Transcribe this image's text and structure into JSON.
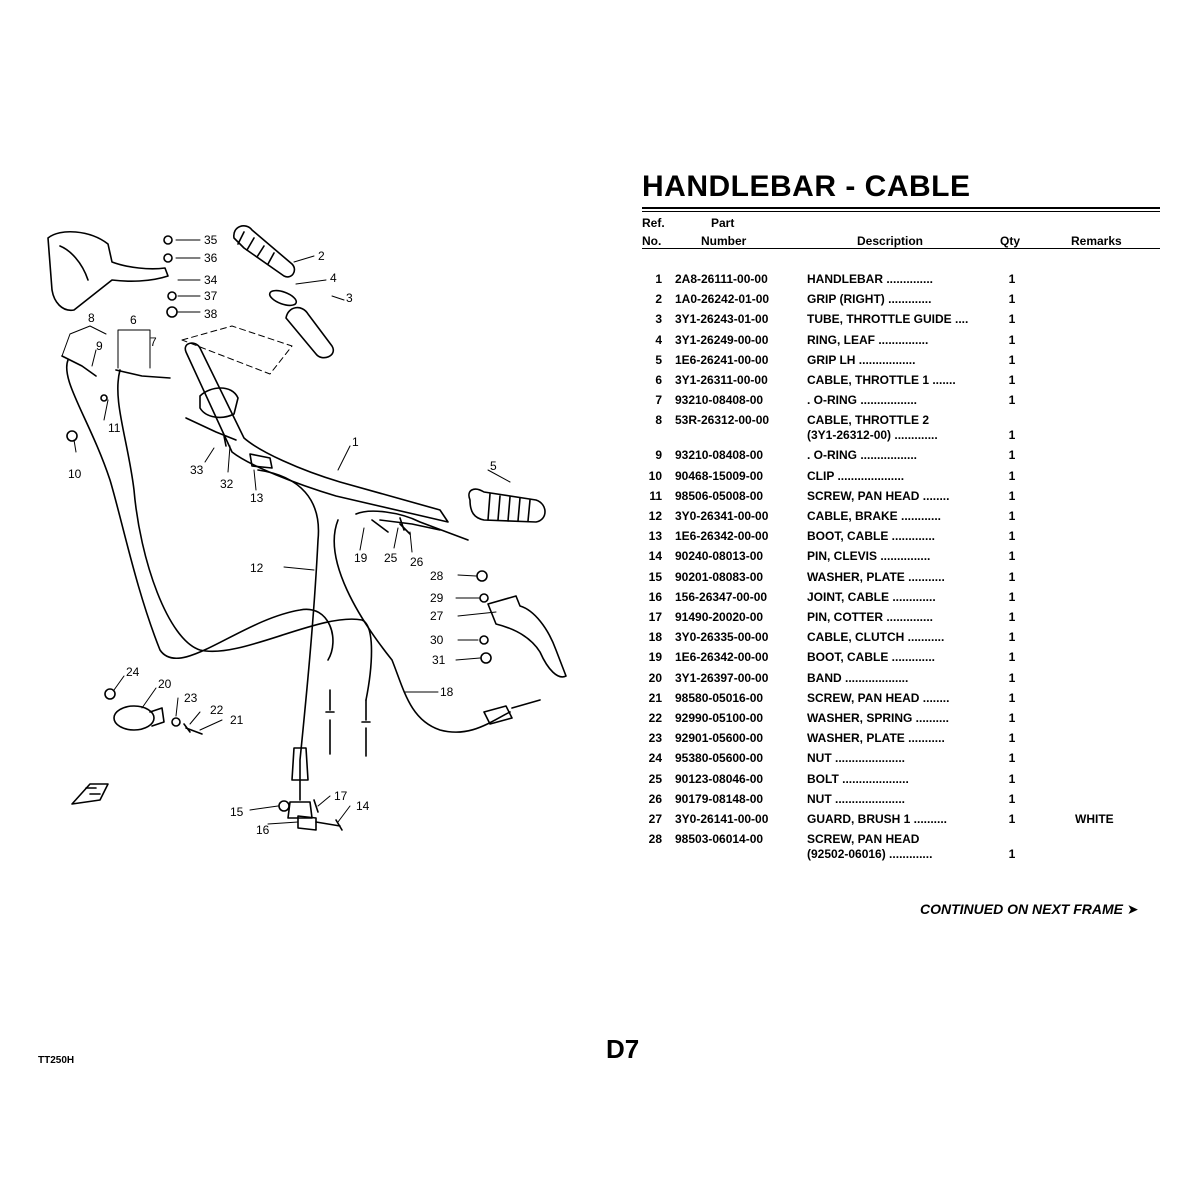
{
  "page": {
    "title": "HANDLEBAR - CABLE",
    "continued": "CONTINUED ON NEXT FRAME ➤",
    "page_code": "D7",
    "model": "TT250H"
  },
  "table": {
    "headers": {
      "ref_top": "Ref.",
      "ref_bottom": "No.",
      "part_top": "Part",
      "part_bottom": "Number",
      "description": "Description",
      "qty": "Qty",
      "remarks": "Remarks"
    },
    "rows": [
      {
        "ref": "1",
        "part": "2A8-26111-00-00",
        "desc": "HANDLEBAR ..............",
        "desc2": "",
        "qty": "1",
        "remarks": ""
      },
      {
        "ref": "2",
        "part": "1A0-26242-01-00",
        "desc": "GRIP (RIGHT) .............",
        "desc2": "",
        "qty": "1",
        "remarks": ""
      },
      {
        "ref": "3",
        "part": "3Y1-26243-01-00",
        "desc": "TUBE, THROTTLE GUIDE ....",
        "desc2": "",
        "qty": "1",
        "remarks": ""
      },
      {
        "ref": "4",
        "part": "3Y1-26249-00-00",
        "desc": "RING, LEAF ...............",
        "desc2": "",
        "qty": "1",
        "remarks": ""
      },
      {
        "ref": "5",
        "part": "1E6-26241-00-00",
        "desc": "GRIP LH .................",
        "desc2": "",
        "qty": "1",
        "remarks": ""
      },
      {
        "ref": "6",
        "part": "3Y1-26311-00-00",
        "desc": "CABLE, THROTTLE 1 .......",
        "desc2": "",
        "qty": "1",
        "remarks": ""
      },
      {
        "ref": "7",
        "part": "93210-08408-00",
        "desc": ". O-RING .................",
        "desc2": "",
        "qty": "1",
        "remarks": ""
      },
      {
        "ref": "8",
        "part": "53R-26312-00-00",
        "desc": "CABLE, THROTTLE 2",
        "desc2": "(3Y1-26312-00) .............",
        "qty": "1",
        "remarks": ""
      },
      {
        "ref": "9",
        "part": "93210-08408-00",
        "desc": ". O-RING .................",
        "desc2": "",
        "qty": "1",
        "remarks": ""
      },
      {
        "ref": "10",
        "part": "90468-15009-00",
        "desc": "CLIP ....................",
        "desc2": "",
        "qty": "1",
        "remarks": ""
      },
      {
        "ref": "11",
        "part": "98506-05008-00",
        "desc": "SCREW, PAN HEAD ........",
        "desc2": "",
        "qty": "1",
        "remarks": ""
      },
      {
        "ref": "12",
        "part": "3Y0-26341-00-00",
        "desc": "CABLE, BRAKE ............",
        "desc2": "",
        "qty": "1",
        "remarks": ""
      },
      {
        "ref": "13",
        "part": "1E6-26342-00-00",
        "desc": "BOOT, CABLE .............",
        "desc2": "",
        "qty": "1",
        "remarks": ""
      },
      {
        "ref": "14",
        "part": "90240-08013-00",
        "desc": "PIN, CLEVIS ...............",
        "desc2": "",
        "qty": "1",
        "remarks": ""
      },
      {
        "ref": "15",
        "part": "90201-08083-00",
        "desc": "WASHER, PLATE ...........",
        "desc2": "",
        "qty": "1",
        "remarks": ""
      },
      {
        "ref": "16",
        "part": "156-26347-00-00",
        "desc": "JOINT, CABLE .............",
        "desc2": "",
        "qty": "1",
        "remarks": ""
      },
      {
        "ref": "17",
        "part": "91490-20020-00",
        "desc": "PIN, COTTER ..............",
        "desc2": "",
        "qty": "1",
        "remarks": ""
      },
      {
        "ref": "18",
        "part": "3Y0-26335-00-00",
        "desc": "CABLE, CLUTCH ...........",
        "desc2": "",
        "qty": "1",
        "remarks": ""
      },
      {
        "ref": "19",
        "part": "1E6-26342-00-00",
        "desc": "BOOT, CABLE .............",
        "desc2": "",
        "qty": "1",
        "remarks": ""
      },
      {
        "ref": "20",
        "part": "3Y1-26397-00-00",
        "desc": "BAND ...................",
        "desc2": "",
        "qty": "1",
        "remarks": ""
      },
      {
        "ref": "21",
        "part": "98580-05016-00",
        "desc": "SCREW, PAN HEAD ........",
        "desc2": "",
        "qty": "1",
        "remarks": ""
      },
      {
        "ref": "22",
        "part": "92990-05100-00",
        "desc": "WASHER, SPRING ..........",
        "desc2": "",
        "qty": "1",
        "remarks": ""
      },
      {
        "ref": "23",
        "part": "92901-05600-00",
        "desc": "WASHER, PLATE ...........",
        "desc2": "",
        "qty": "1",
        "remarks": ""
      },
      {
        "ref": "24",
        "part": "95380-05600-00",
        "desc": "NUT .....................",
        "desc2": "",
        "qty": "1",
        "remarks": ""
      },
      {
        "ref": "25",
        "part": "90123-08046-00",
        "desc": "BOLT ....................",
        "desc2": "",
        "qty": "1",
        "remarks": ""
      },
      {
        "ref": "26",
        "part": "90179-08148-00",
        "desc": "NUT .....................",
        "desc2": "",
        "qty": "1",
        "remarks": ""
      },
      {
        "ref": "27",
        "part": "3Y0-26141-00-00",
        "desc": "GUARD, BRUSH 1 ..........",
        "desc2": "",
        "qty": "1",
        "remarks": "WHITE"
      },
      {
        "ref": "28",
        "part": "98503-06014-00",
        "desc": "SCREW, PAN HEAD",
        "desc2": "(92502-06016) .............",
        "qty": "1",
        "remarks": ""
      }
    ]
  },
  "diagram": {
    "callouts": [
      {
        "label": "35"
      },
      {
        "label": "36"
      },
      {
        "label": "34"
      },
      {
        "label": "37"
      },
      {
        "label": "38"
      },
      {
        "label": "2"
      },
      {
        "label": "4"
      },
      {
        "label": "3"
      },
      {
        "label": "8"
      },
      {
        "label": "9"
      },
      {
        "label": "6"
      },
      {
        "label": "7"
      },
      {
        "label": "11"
      },
      {
        "label": "10"
      },
      {
        "label": "1"
      },
      {
        "label": "33"
      },
      {
        "label": "32"
      },
      {
        "label": "13"
      },
      {
        "label": "5"
      },
      {
        "label": "12"
      },
      {
        "label": "19"
      },
      {
        "label": "25"
      },
      {
        "label": "26"
      },
      {
        "label": "28"
      },
      {
        "label": "29"
      },
      {
        "label": "27"
      },
      {
        "label": "30"
      },
      {
        "label": "31"
      },
      {
        "label": "18"
      },
      {
        "label": "24"
      },
      {
        "label": "20"
      },
      {
        "label": "23"
      },
      {
        "label": "22"
      },
      {
        "label": "21"
      },
      {
        "label": "17"
      },
      {
        "label": "15"
      },
      {
        "label": "14"
      },
      {
        "label": "16"
      }
    ]
  }
}
